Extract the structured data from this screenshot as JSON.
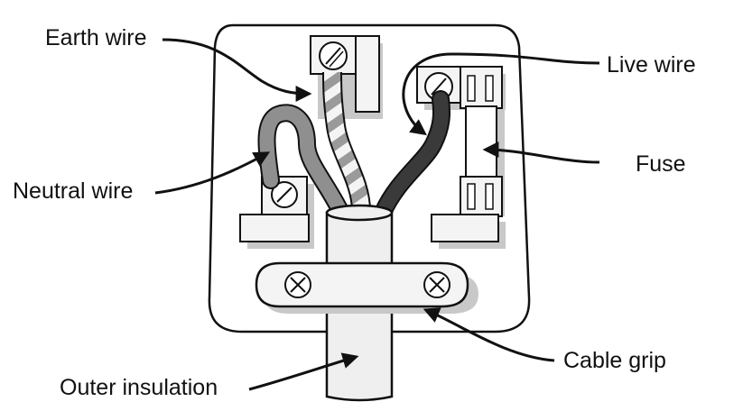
{
  "labels": {
    "earth": "Earth wire",
    "live": "Live wire",
    "fuse": "Fuse",
    "neutral": "Neutral wire",
    "cable_grip": "Cable grip",
    "outer_insulation": "Outer insulation"
  },
  "colors": {
    "outline": "#111111",
    "shadow": "#c8c8c8",
    "terminal_fill": "#f4f4f4",
    "neutral_wire": "#8f8f8f",
    "live_wire": "#3a3a3a",
    "earth_stripe": "#9a9a9a",
    "cable_fill": "#efefef"
  }
}
